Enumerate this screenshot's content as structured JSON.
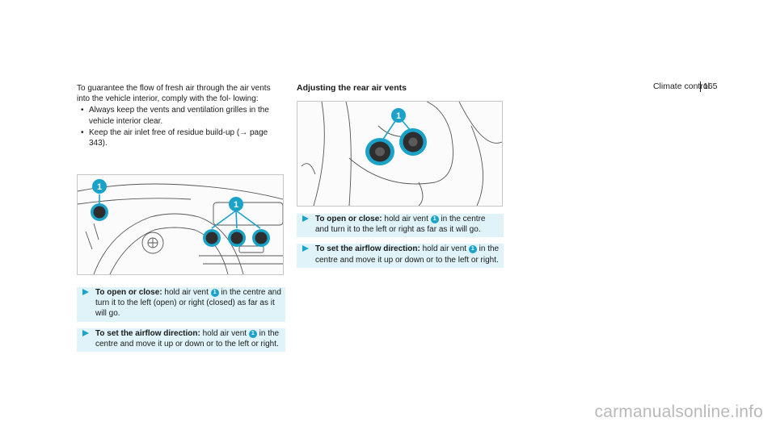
{
  "header": {
    "title": "Climate control",
    "page_number": "165"
  },
  "intro": {
    "paragraph": "To guarantee the flow of fresh air through the air vents into the vehicle interior, comply with the fol- lowing:",
    "bullets": [
      "Always keep the vents and ventilation grilles in the vehicle interior clear.",
      "Keep the air inlet free of residue build-up (→ page 343)."
    ]
  },
  "left_figure": {
    "callout_1a": "1",
    "callout_1b": "1"
  },
  "left_steps": [
    {
      "lead": "To open or close:",
      "pre": " hold air vent ",
      "ref": "1",
      "post": " in the centre and turn it to the left (open) or right (closed) as far as it will go."
    },
    {
      "lead": "To set the airflow direction:",
      "pre": " hold air vent ",
      "ref": "1",
      "post": " in the centre and move it up or down or to the left or right."
    }
  ],
  "right_section": {
    "heading": "Adjusting the rear air vents",
    "figure_callout": "1",
    "steps": [
      {
        "lead": "To open or close:",
        "pre": " hold air vent ",
        "ref": "1",
        "post": " in the centre and turn it to the left or right as far as it will go."
      },
      {
        "lead": "To set the airflow direction:",
        "pre": " hold air vent ",
        "ref": "1",
        "post": " in the centre and move it up or down or to the left or right."
      }
    ]
  },
  "watermark": "carmanualsonline.info",
  "colors": {
    "accent": "#1aa2c9",
    "step_background": "#dff3f8",
    "watermark": "#b9b9b9"
  }
}
